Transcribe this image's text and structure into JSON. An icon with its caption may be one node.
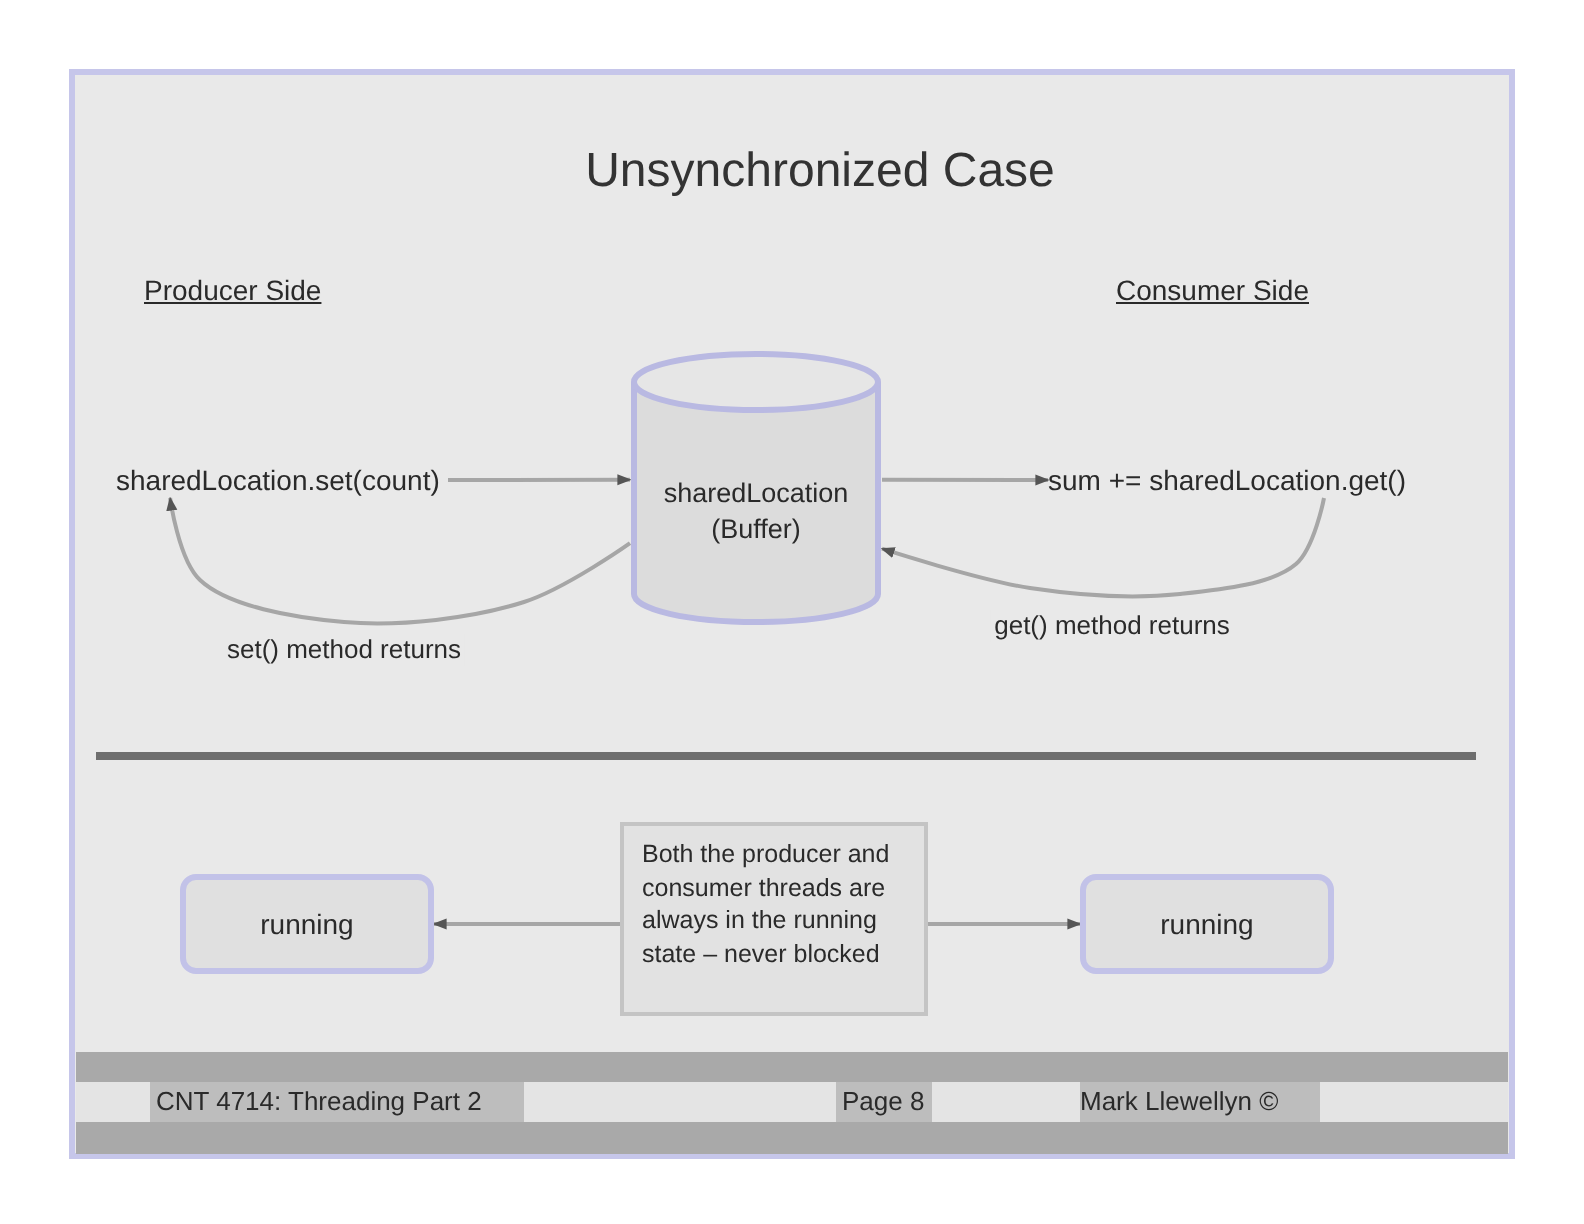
{
  "diagram": {
    "title": "Unsynchronized Case",
    "nodes": [
      {
        "text": [
          "sharedLocation.set(count)"
        ]
      },
      {
        "text": [
          "sharedLocation (Buffer)"
        ]
      },
      {
        "text": [
          "sum += sharedLocation.get()"
        ]
      },
      {
        "text": [
          "running"
        ]
      },
      {
        "text": [
          "Both the producer and consumer threads are always in the running state – never blocked"
        ]
      },
      {
        "text": [
          "running"
        ]
      }
    ],
    "edges": [
      {
        "from": 0,
        "to": 1,
        "arrow": "to"
      },
      {
        "from": 1,
        "to": 0,
        "arrow": "to",
        "label": "set() method returns"
      },
      {
        "from": 1,
        "to": 2,
        "arrow": "to"
      },
      {
        "from": 2,
        "to": 1,
        "arrow": "to",
        "label": "get() method returns"
      },
      {
        "from": 4,
        "to": 3,
        "arrow": "to"
      },
      {
        "from": 4,
        "to": 5,
        "arrow": "to"
      }
    ],
    "labels": [
      "Producer Side",
      "Consumer Side",
      "CNT 4714: Threading Part 2",
      "Page 8",
      "Mark Llewellyn ©"
    ]
  }
}
